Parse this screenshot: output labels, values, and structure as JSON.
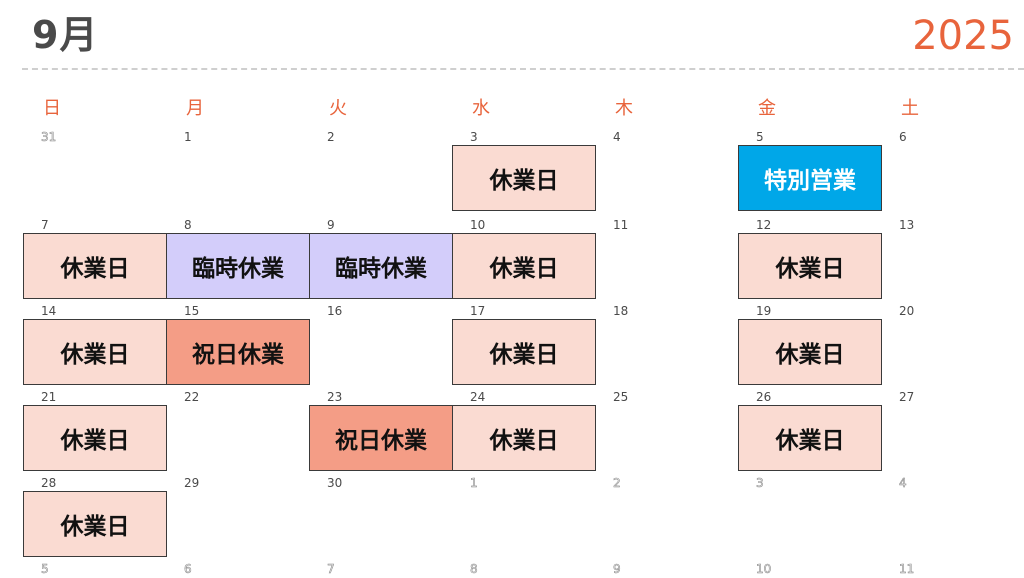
{
  "header": {
    "month": "9月",
    "year": "2025"
  },
  "weekdays": [
    "日",
    "月",
    "火",
    "水",
    "木",
    "金",
    "土"
  ],
  "weeks": [
    [
      "31",
      "1",
      "2",
      "3",
      "4",
      "5",
      "6"
    ],
    [
      "7",
      "8",
      "9",
      "10",
      "11",
      "12",
      "13"
    ],
    [
      "14",
      "15",
      "16",
      "17",
      "18",
      "19",
      "20"
    ],
    [
      "21",
      "22",
      "23",
      "24",
      "25",
      "26",
      "27"
    ],
    [
      "28",
      "29",
      "30",
      "1",
      "2",
      "3",
      "4"
    ],
    [
      "5",
      "6",
      "7",
      "8",
      "9",
      "10",
      "11"
    ]
  ],
  "other_month_days": [
    [
      0,
      0
    ],
    [
      4,
      3
    ],
    [
      4,
      4
    ],
    [
      4,
      5
    ],
    [
      4,
      6
    ],
    [
      5,
      0
    ],
    [
      5,
      1
    ],
    [
      5,
      2
    ],
    [
      5,
      3
    ],
    [
      5,
      4
    ],
    [
      5,
      5
    ],
    [
      5,
      6
    ]
  ],
  "event_labels": {
    "holiday": "休業日",
    "temp_closure": "臨時休業",
    "public_holiday": "祝日休業",
    "special_open": "特別営業"
  },
  "events": [
    {
      "week": 0,
      "day": 3,
      "type": "holiday"
    },
    {
      "week": 0,
      "day": 5,
      "type": "special_open"
    },
    {
      "week": 1,
      "day": 0,
      "type": "holiday"
    },
    {
      "week": 1,
      "day": 1,
      "type": "temp_closure"
    },
    {
      "week": 1,
      "day": 2,
      "type": "temp_closure"
    },
    {
      "week": 1,
      "day": 3,
      "type": "holiday"
    },
    {
      "week": 1,
      "day": 5,
      "type": "holiday"
    },
    {
      "week": 2,
      "day": 0,
      "type": "holiday"
    },
    {
      "week": 2,
      "day": 1,
      "type": "public_holiday"
    },
    {
      "week": 2,
      "day": 3,
      "type": "holiday"
    },
    {
      "week": 2,
      "day": 5,
      "type": "holiday"
    },
    {
      "week": 3,
      "day": 0,
      "type": "holiday"
    },
    {
      "week": 3,
      "day": 2,
      "type": "public_holiday"
    },
    {
      "week": 3,
      "day": 3,
      "type": "holiday"
    },
    {
      "week": 3,
      "day": 5,
      "type": "holiday"
    },
    {
      "week": 4,
      "day": 0,
      "type": "holiday"
    }
  ]
}
